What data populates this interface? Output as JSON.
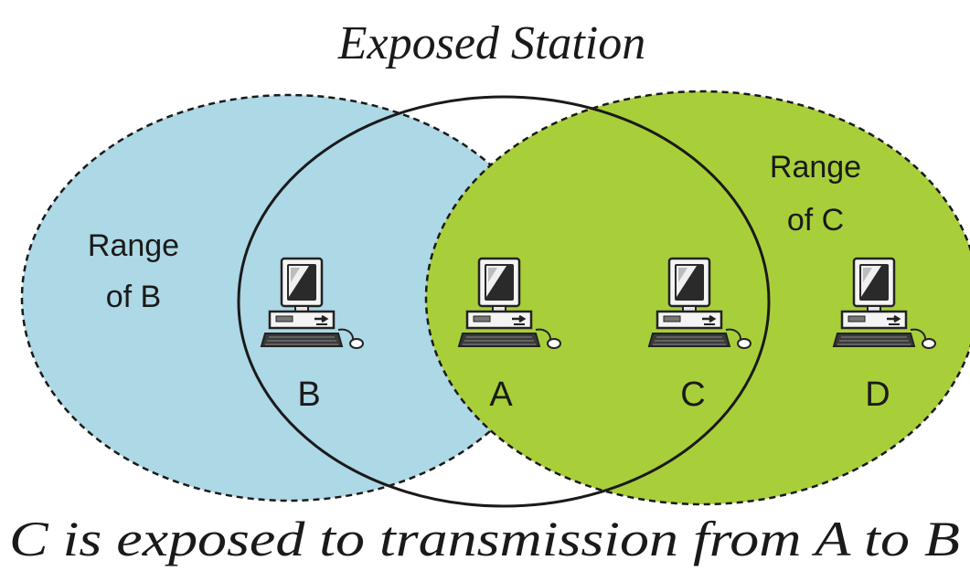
{
  "title": "Exposed Station",
  "caption": "C is exposed to transmission from A to B",
  "ranges": {
    "b_label_line1": "Range",
    "b_label_line2": "of B",
    "c_label_line1": "Range",
    "c_label_line2": "of C"
  },
  "stations": {
    "b": "B",
    "a": "A",
    "c": "C",
    "d": "D"
  },
  "colors": {
    "range_b_fill": "#add8e6",
    "range_c_fill": "#a8cf3a",
    "outline": "#1a1a1a",
    "text": "#1a1a1a"
  },
  "icons": [
    "computer-icon"
  ]
}
